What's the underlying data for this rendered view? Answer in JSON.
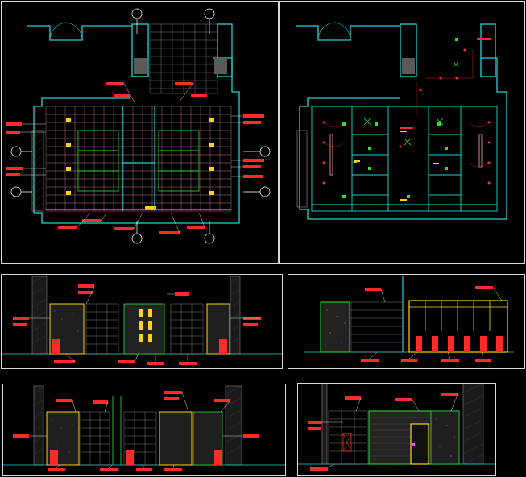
{
  "drawing": {
    "colors": {
      "background": "#000000",
      "frame": "#d8d8d8",
      "wall": "#22d3d3",
      "annotation": "#ff2a2a",
      "leader": "#ffffff",
      "tile": "#ff9ea8",
      "partition": "#33e033",
      "fixture": "#ffd21a",
      "hatch": "#bdbdbd",
      "symbol": "#00ff66"
    },
    "panels": [
      {
        "id": "plan-finish",
        "kind": "floor-plan"
      },
      {
        "id": "plan-lighting",
        "kind": "ceiling-plan"
      },
      {
        "id": "elevation-a",
        "kind": "elevation"
      },
      {
        "id": "elevation-b",
        "kind": "elevation"
      },
      {
        "id": "elevation-c",
        "kind": "elevation"
      },
      {
        "id": "elevation-d",
        "kind": "elevation"
      }
    ],
    "note": ""
  }
}
